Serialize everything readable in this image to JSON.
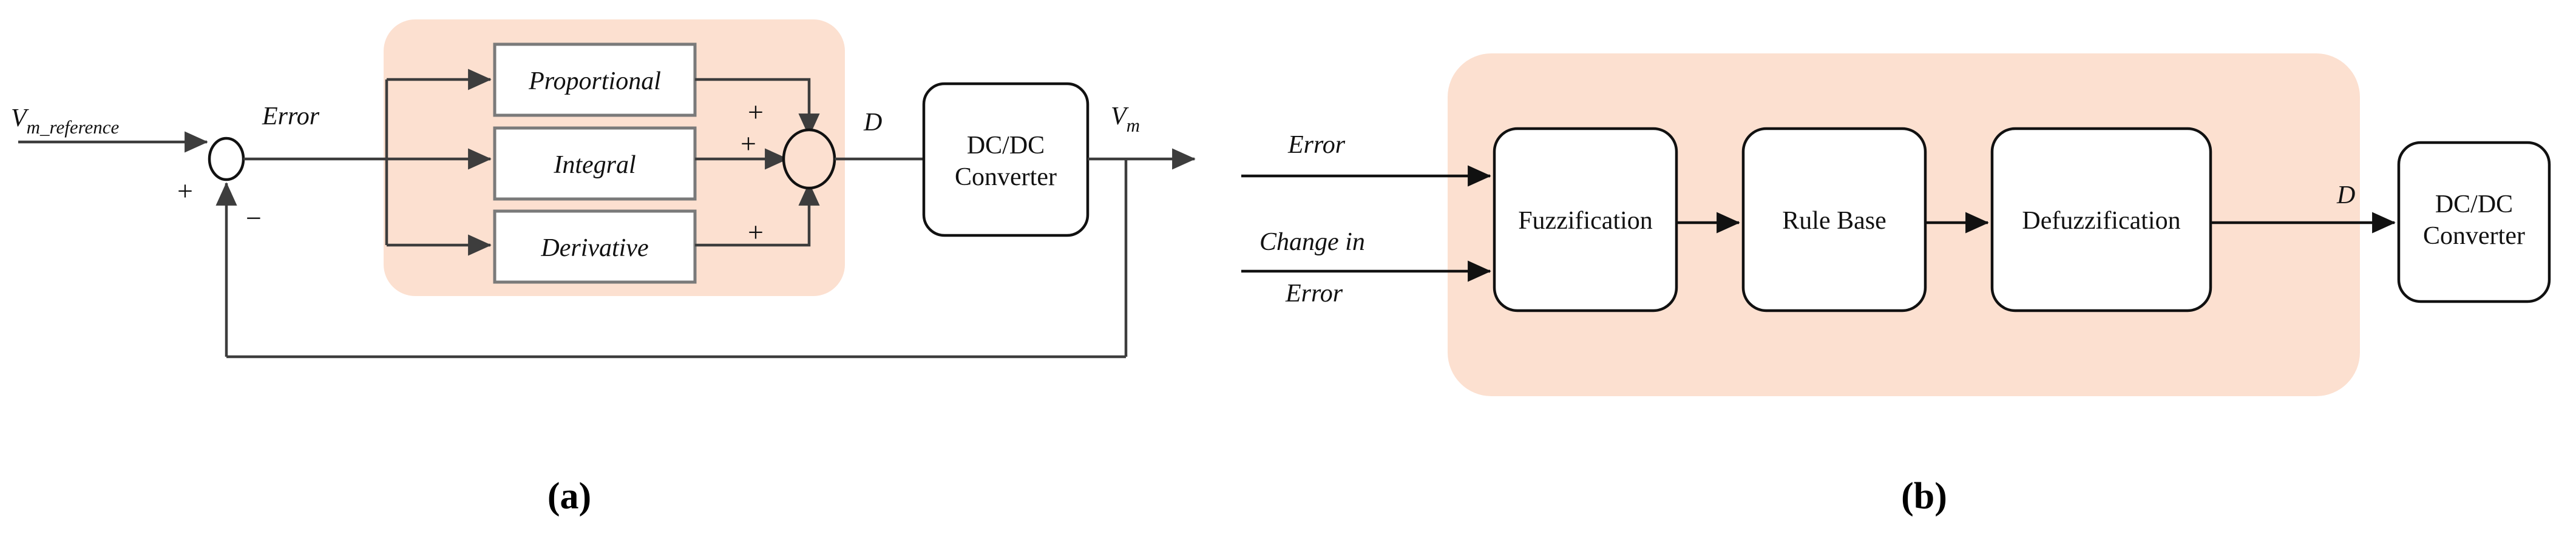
{
  "figure": {
    "background_color": "#ffffff",
    "highlight_color": "#fce0d0",
    "line_color": "#3d3d3d",
    "box_border_color": "#7a7a7a",
    "dark_border_color": "#111111"
  },
  "panel_a": {
    "caption": "(a)",
    "type": "PID controller block diagram",
    "input_label": "V_m_reference",
    "input_label_base": "V",
    "input_label_sub": "m_reference",
    "error_label": "Error",
    "sum_in_plus": "+",
    "sum_in_minus": "−",
    "controller_blocks": [
      {
        "label": "Proportional",
        "sign": "+"
      },
      {
        "label": "Integral",
        "sign": "+"
      },
      {
        "label": "Derivative",
        "sign": "+"
      }
    ],
    "duty_label": "D",
    "converter_line_1": "DC/DC",
    "converter_line_2": "Converter",
    "output_label_base": "V",
    "output_label_sub": "m",
    "output_label": "V_m"
  },
  "panel_b": {
    "caption": "(b)",
    "type": "Fuzzy logic controller block diagram",
    "input_1": "Error",
    "input_2_line_1": "Change in",
    "input_2_line_2": "Error",
    "stages": [
      {
        "label": "Fuzzification"
      },
      {
        "label": "Rule Base"
      },
      {
        "label": "Defuzzification"
      }
    ],
    "duty_label": "D",
    "converter_line_1": "DC/DC",
    "converter_line_2": "Converter"
  }
}
